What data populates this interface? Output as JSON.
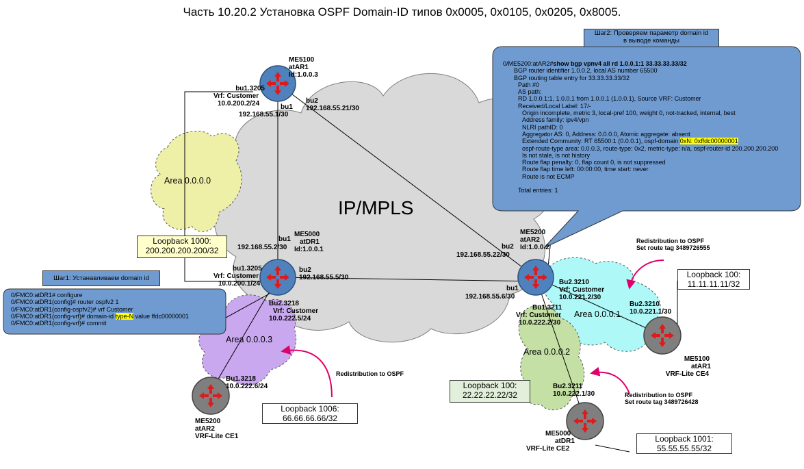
{
  "title": "Часть 10.20.2 Установка OSPF Domain-ID типов 0x0005, 0x0105, 0x0205, 0x8005.",
  "cloud_label": "IP/MPLS",
  "areas": {
    "a0": "Area 0.0.0.0",
    "a1": "Area 0.0.0.1",
    "a2": "Area 0.0.0.2",
    "a3": "Area 0.0.0.3"
  },
  "routers": {
    "me5100_ar1": {
      "l1": "ME5100",
      "l2": "atAR1",
      "l3": "Id:1.0.0.3"
    },
    "me5000_dr1": {
      "l1": "ME5000",
      "l2": "atDR1",
      "l3": "Id:1.0.0.1"
    },
    "me5200_ar2": {
      "l1": "ME5200",
      "l2": "atAR2",
      "l3": "Id:1.0.0.2"
    },
    "ce4": {
      "l1": "ME5100",
      "l2": "atAR1",
      "l3": "VRF-Lite CE4"
    },
    "ce2": {
      "l1": "ME5000",
      "l2": "atDR1",
      "l3": "VRF-Lite CE2"
    },
    "ce1": {
      "l1": "ME5200",
      "l2": "atAR2",
      "l3": "VRF-Lite CE1"
    }
  },
  "links": {
    "ar1_bu13205": {
      "l1": "bu1.3205",
      "l2": "Vrf: Customer",
      "l3": "10.0.200.2/24"
    },
    "ar1_bu1": {
      "l1": "bu1",
      "l2": "192.168.55.1/30"
    },
    "ar1_bu2": {
      "l1": "bu2",
      "l2": "192.168.55.21/30"
    },
    "dr1_bu1": {
      "l1": "bu1",
      "l2": "192.168.55.2/30"
    },
    "dr1_bu13205": {
      "l1": "bu1.3205",
      "l2": "Vrf: Customer",
      "l3": "10.0.200.1/24"
    },
    "dr1_bu2": {
      "l1": "bu2",
      "l2": "192.168.55.5/30"
    },
    "dr1_bu23218": {
      "l1": "Bu2.3218",
      "l2": "Vrf: Customer",
      "l3": "10.0.222.5/24"
    },
    "ar2_bu2": {
      "l1": "bu2",
      "l2": "192.168.55.22/30"
    },
    "ar2_bu1": {
      "l1": "bu1",
      "l2": "192.168.55.6/30"
    },
    "ar2_bu23210": {
      "l1": "Bu2.3210",
      "l2": "Vrf: Customer",
      "l3": "10.0.221.2/30"
    },
    "ar2_bu13211": {
      "l1": "Bu1.3211",
      "l2": "Vrf: Customer",
      "l3": "10.0.222.2/30"
    },
    "ce4_bu23210": {
      "l1": "Bu2.3210",
      "l2": "10.0.221.1/30"
    },
    "ce2_bu23211": {
      "l1": "Bu2.3211",
      "l2": "10.0.222.1/30"
    },
    "ce1_bu13218": {
      "l1": "Bu1.3218",
      "l2": "10.0.222.6/24"
    }
  },
  "loopbacks": {
    "lb1000": {
      "l1": "Loopback 1000:",
      "l2": "200.200.200.200/32"
    },
    "lb100_ce4": {
      "l1": "Loopback 100:",
      "l2": "11.11.11.11/32"
    },
    "lb100_ce2": {
      "l1": "Loopback 100:",
      "l2": "22.22.22.22/32"
    },
    "lb1001": {
      "l1": "Loopback 1001:",
      "l2": "55.55.55.55/32"
    },
    "lb1006": {
      "l1": "Loopback 1006:",
      "l2": "66.66.66.66/32"
    }
  },
  "redistribution": {
    "ce4": {
      "l1": "Redistribution to OSPF",
      "l2": "Set route tag 3489726555"
    },
    "ce2": {
      "l1": "Redistribution to OSPF",
      "l2": "Set route tag 3489726428"
    },
    "ce1": {
      "l1": "Redistribution to OSPF"
    }
  },
  "step1": {
    "title": "Шаг1: Устанавливаем domain id",
    "lines": [
      "0/FMC0:atDR1# configure",
      "0/FMC0:atDR1(config)# router ospfv2 1",
      "0/FMC0:atDR1(config-ospfv2)# vrf Customer",
      "0/FMC0:atDR1(config-vrf)# domain-id ",
      "type-N",
      " value ffdc00000001",
      "0/FMC0:atDR1(config-vrf)# commit"
    ]
  },
  "step2": {
    "title_l1": "Шаг2: Проверяем параметр domain id",
    "title_l2": "в выводе команды",
    "prompt": "0/ME5200:atAR2#",
    "command": "show bgp vpnv4 all rd 1.0.0.1:1 33.33.33.33/32",
    "lines": [
      "BGP router identifier 1.0.0.2, local AS number 65500",
      "BGP routing table entry for 33.33.33.33/32",
      "Path #0",
      "AS path:",
      "RD 1.0.0.1:1, 1.0.0.1 from 1.0.0.1 (1.0.0.1), Source VRF: Customer",
      "Received/Local Label: 17/-",
      "Origin incomplete, metric 3, local-pref 100, weight 0, not-tracked, internal, best",
      "Address family: ipv4/vpn",
      "NLRI pathID: 0",
      "Aggregator AS: 0, Address: 0.0.0.0, Atomic aggregate: absent",
      "Extended Community: RT 65500:1 (0.0.0.1), ospf-domain ",
      "0xN: 0xffdc00000001",
      "ospf-route-type area: 0.0.0.3, route-type: 0x2, metric-type: n/a, ospf-router-id 200.200.200.200",
      "Is not stale, is not history",
      "Route flap penalty: 0, flap count 0, is not suppressed",
      "Route flap time  left: 00:00:00, time start: never",
      "Route is not ECMP",
      "Total entries: 1"
    ]
  },
  "colors": {
    "cloud": "#d9d9d9",
    "area0": "#eef0a8",
    "area1": "#aef8f8",
    "area2": "#c5e0a5",
    "area3": "#c9a8f0",
    "pe_router": "#4f81bd",
    "ce_router": "#7f7f7f",
    "callout": "#6f9bd1",
    "arrow": "#e0006a"
  }
}
